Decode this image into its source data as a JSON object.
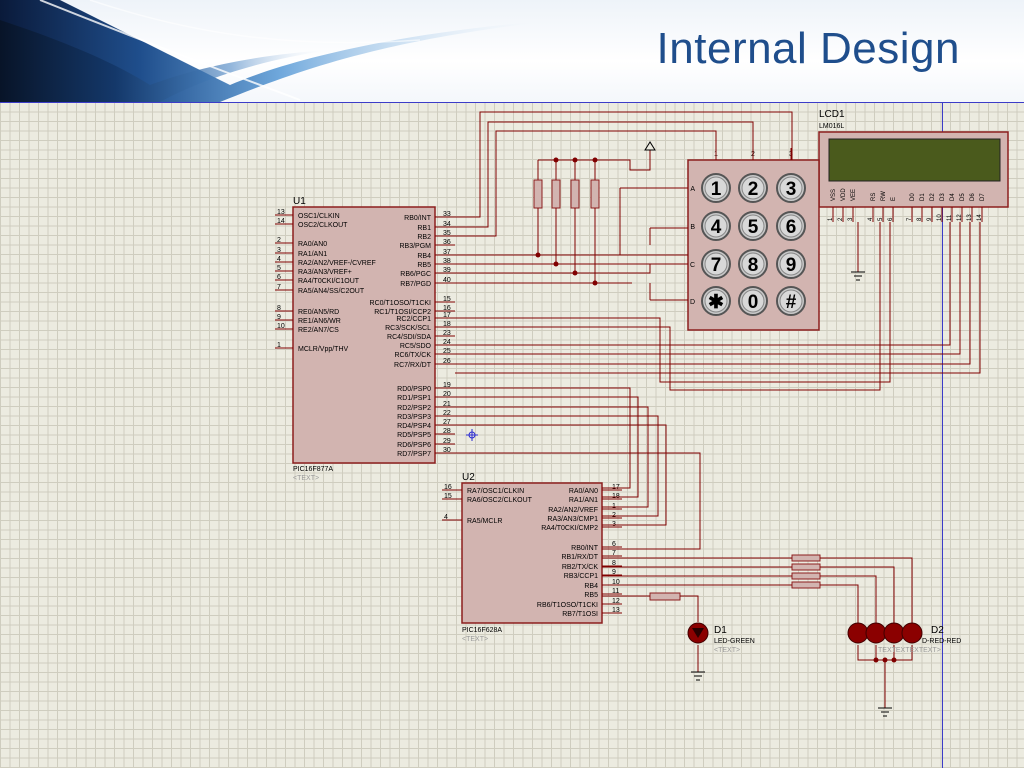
{
  "slide": {
    "title": "Internal Design"
  },
  "u1": {
    "ref": "U1",
    "part": "PIC16F877A",
    "text_placeholder": "<TEXT>",
    "left_pins": [
      {
        "num": "13",
        "name": "OSC1/CLKIN"
      },
      {
        "num": "14",
        "name": "OSC2/CLKOUT"
      },
      {
        "num": "2",
        "name": "RA0/AN0"
      },
      {
        "num": "3",
        "name": "RA1/AN1"
      },
      {
        "num": "4",
        "name": "RA2/AN2/VREF-/CVREF"
      },
      {
        "num": "5",
        "name": "RA3/AN3/VREF+"
      },
      {
        "num": "6",
        "name": "RA4/T0CKI/C1OUT"
      },
      {
        "num": "7",
        "name": "RA5/AN4/SS/C2OUT"
      },
      {
        "num": "8",
        "name": "RE0/AN5/RD"
      },
      {
        "num": "9",
        "name": "RE1/AN6/WR"
      },
      {
        "num": "10",
        "name": "RE2/AN7/CS"
      },
      {
        "num": "1",
        "name": "MCLR/Vpp/THV"
      }
    ],
    "right_pins": [
      {
        "num": "33",
        "name": "RB0/INT"
      },
      {
        "num": "34",
        "name": "RB1"
      },
      {
        "num": "35",
        "name": "RB2"
      },
      {
        "num": "36",
        "name": "RB3/PGM"
      },
      {
        "num": "37",
        "name": "RB4"
      },
      {
        "num": "38",
        "name": "RB5"
      },
      {
        "num": "39",
        "name": "RB6/PGC"
      },
      {
        "num": "40",
        "name": "RB7/PGD"
      },
      {
        "num": "15",
        "name": "RC0/T1OSO/T1CKI"
      },
      {
        "num": "16",
        "name": "RC1/T1OSI/CCP2"
      },
      {
        "num": "17",
        "name": "RC2/CCP1"
      },
      {
        "num": "18",
        "name": "RC3/SCK/SCL"
      },
      {
        "num": "23",
        "name": "RC4/SDI/SDA"
      },
      {
        "num": "24",
        "name": "RC5/SDO"
      },
      {
        "num": "25",
        "name": "RC6/TX/CK"
      },
      {
        "num": "26",
        "name": "RC7/RX/DT"
      },
      {
        "num": "19",
        "name": "RD0/PSP0"
      },
      {
        "num": "20",
        "name": "RD1/PSP1"
      },
      {
        "num": "21",
        "name": "RD2/PSP2"
      },
      {
        "num": "22",
        "name": "RD3/PSP3"
      },
      {
        "num": "27",
        "name": "RD4/PSP4"
      },
      {
        "num": "28",
        "name": "RD5/PSP5"
      },
      {
        "num": "29",
        "name": "RD6/PSP6"
      },
      {
        "num": "30",
        "name": "RD7/PSP7"
      }
    ]
  },
  "u2": {
    "ref": "U2",
    "part": "PIC16F628A",
    "text_placeholder": "<TEXT>",
    "left_pins": [
      {
        "num": "16",
        "name": "RA7/OSC1/CLKIN"
      },
      {
        "num": "15",
        "name": "RA6/OSC2/CLKOUT"
      },
      {
        "num": "4",
        "name": "RA5/MCLR"
      }
    ],
    "right_pins": [
      {
        "num": "17",
        "name": "RA0/AN0"
      },
      {
        "num": "18",
        "name": "RA1/AN1"
      },
      {
        "num": "1",
        "name": "RA2/AN2/VREF"
      },
      {
        "num": "2",
        "name": "RA3/AN3/CMP1"
      },
      {
        "num": "3",
        "name": "RA4/T0CKI/CMP2"
      },
      {
        "num": "6",
        "name": "RB0/INT"
      },
      {
        "num": "7",
        "name": "RB1/RX/DT"
      },
      {
        "num": "8",
        "name": "RB2/TX/CK"
      },
      {
        "num": "9",
        "name": "RB3/CCP1"
      },
      {
        "num": "10",
        "name": "RB4"
      },
      {
        "num": "11",
        "name": "RB5"
      },
      {
        "num": "12",
        "name": "RB6/T1OSO/T1CKI"
      },
      {
        "num": "13",
        "name": "RB7/T1OSI"
      }
    ]
  },
  "lcd": {
    "ref": "LCD1",
    "part": "LM016L",
    "pins": [
      {
        "num": "1",
        "name": "VSS"
      },
      {
        "num": "2",
        "name": "VDD"
      },
      {
        "num": "3",
        "name": "VEE"
      },
      {
        "num": "4",
        "name": "RS"
      },
      {
        "num": "5",
        "name": "RW"
      },
      {
        "num": "6",
        "name": "E"
      },
      {
        "num": "7",
        "name": "D0"
      },
      {
        "num": "8",
        "name": "D1"
      },
      {
        "num": "9",
        "name": "D2"
      },
      {
        "num": "10",
        "name": "D3"
      },
      {
        "num": "11",
        "name": "D4"
      },
      {
        "num": "12",
        "name": "D5"
      },
      {
        "num": "13",
        "name": "D6"
      },
      {
        "num": "14",
        "name": "D7"
      }
    ]
  },
  "keypad": {
    "rows": [
      "A",
      "B",
      "C",
      "D"
    ],
    "cols": [
      "1",
      "2",
      "3"
    ],
    "keys": [
      "1",
      "2",
      "3",
      "4",
      "5",
      "6",
      "7",
      "8",
      "9",
      "✱",
      "0",
      "#"
    ]
  },
  "d1": {
    "ref": "D1",
    "part": "LED-GREEN",
    "text": "<TEXT>"
  },
  "d2": {
    "ref": "D2",
    "part": "LED-RED",
    "part_fragment": "D-RED-RED",
    "text": "TEXTEXTEXTEXT>"
  },
  "colors": {
    "wire": "#800000",
    "chip_fill": "#d2b4b0",
    "chip_stroke": "#8c1e1e",
    "lcd_screen": "#4a5a1c",
    "led": "#8b0000",
    "title": "#1f4e8c"
  }
}
